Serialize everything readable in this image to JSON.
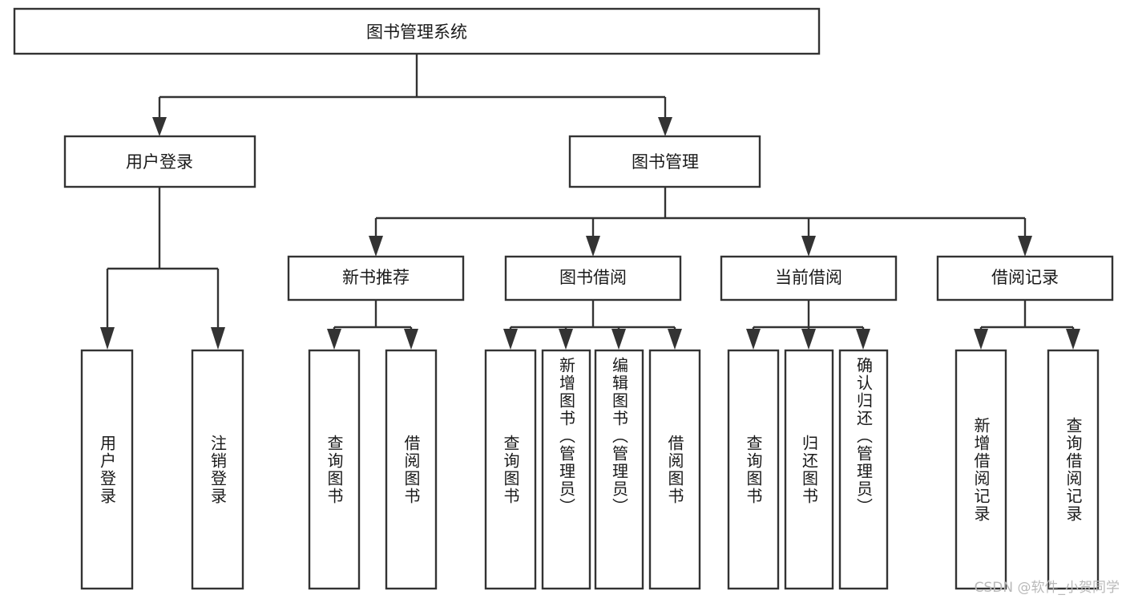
{
  "diagram": {
    "title": "图书管理系统",
    "type": "tree",
    "orientation": "top-down",
    "watermark": "CSDN @软件_小贺同学",
    "colors": {
      "box_fill": "#ffffff",
      "box_stroke": "#333333",
      "text": "#1a1a1a",
      "watermark": "#b9b9b9",
      "background": "#ffffff"
    },
    "root": {
      "id": "root",
      "label": "图书管理系统",
      "orientation": "horizontal"
    },
    "level1": [
      {
        "id": "user-login",
        "label": "用户登录",
        "orientation": "horizontal"
      },
      {
        "id": "book-manage",
        "label": "图书管理",
        "orientation": "horizontal"
      }
    ],
    "level2": [
      {
        "id": "new-book-recommend",
        "label": "新书推荐",
        "parent": "book-manage",
        "orientation": "horizontal"
      },
      {
        "id": "book-borrow",
        "label": "图书借阅",
        "parent": "book-manage",
        "orientation": "horizontal"
      },
      {
        "id": "current-borrow",
        "label": "当前借阅",
        "parent": "book-manage",
        "orientation": "horizontal"
      },
      {
        "id": "borrow-record",
        "label": "借阅记录",
        "parent": "book-manage",
        "orientation": "horizontal"
      }
    ],
    "leaves": [
      {
        "id": "leaf-user-login",
        "label": "用户登录",
        "parent": "user-login",
        "orientation": "vertical"
      },
      {
        "id": "leaf-logout",
        "label": "注销登录",
        "parent": "user-login",
        "orientation": "vertical"
      },
      {
        "id": "leaf-query-book-1",
        "label": "查询图书",
        "parent": "new-book-recommend",
        "orientation": "vertical"
      },
      {
        "id": "leaf-borrow-book-1",
        "label": "借阅图书",
        "parent": "new-book-recommend",
        "orientation": "vertical"
      },
      {
        "id": "leaf-query-book-2",
        "label": "查询图书",
        "parent": "book-borrow",
        "orientation": "vertical"
      },
      {
        "id": "leaf-add-book",
        "label": "新增图书（管理员）",
        "parent": "book-borrow",
        "orientation": "vertical"
      },
      {
        "id": "leaf-edit-book",
        "label": "编辑图书（管理员）",
        "parent": "book-borrow",
        "orientation": "vertical"
      },
      {
        "id": "leaf-borrow-book-2",
        "label": "借阅图书",
        "parent": "book-borrow",
        "orientation": "vertical"
      },
      {
        "id": "leaf-query-book-3",
        "label": "查询图书",
        "parent": "current-borrow",
        "orientation": "vertical"
      },
      {
        "id": "leaf-return-book",
        "label": "归还图书",
        "parent": "current-borrow",
        "orientation": "vertical"
      },
      {
        "id": "leaf-confirm-return",
        "label": "确认归还（管理员）",
        "parent": "current-borrow",
        "orientation": "vertical"
      },
      {
        "id": "leaf-add-record",
        "label": "新增借阅记录",
        "parent": "borrow-record",
        "orientation": "vertical"
      },
      {
        "id": "leaf-query-record",
        "label": "查询借阅记录",
        "parent": "borrow-record",
        "orientation": "vertical"
      }
    ],
    "edges": [
      {
        "from": "root",
        "to": "user-login"
      },
      {
        "from": "root",
        "to": "book-manage"
      },
      {
        "from": "user-login",
        "to": "leaf-user-login"
      },
      {
        "from": "user-login",
        "to": "leaf-logout"
      },
      {
        "from": "book-manage",
        "to": "new-book-recommend"
      },
      {
        "from": "book-manage",
        "to": "book-borrow"
      },
      {
        "from": "book-manage",
        "to": "current-borrow"
      },
      {
        "from": "book-manage",
        "to": "borrow-record"
      },
      {
        "from": "new-book-recommend",
        "to": "leaf-query-book-1"
      },
      {
        "from": "new-book-recommend",
        "to": "leaf-borrow-book-1"
      },
      {
        "from": "book-borrow",
        "to": "leaf-query-book-2"
      },
      {
        "from": "book-borrow",
        "to": "leaf-add-book"
      },
      {
        "from": "book-borrow",
        "to": "leaf-edit-book"
      },
      {
        "from": "book-borrow",
        "to": "leaf-borrow-book-2"
      },
      {
        "from": "current-borrow",
        "to": "leaf-query-book-3"
      },
      {
        "from": "current-borrow",
        "to": "leaf-return-book"
      },
      {
        "from": "current-borrow",
        "to": "leaf-confirm-return"
      },
      {
        "from": "borrow-record",
        "to": "leaf-add-record"
      },
      {
        "from": "borrow-record",
        "to": "leaf-query-record"
      }
    ]
  }
}
